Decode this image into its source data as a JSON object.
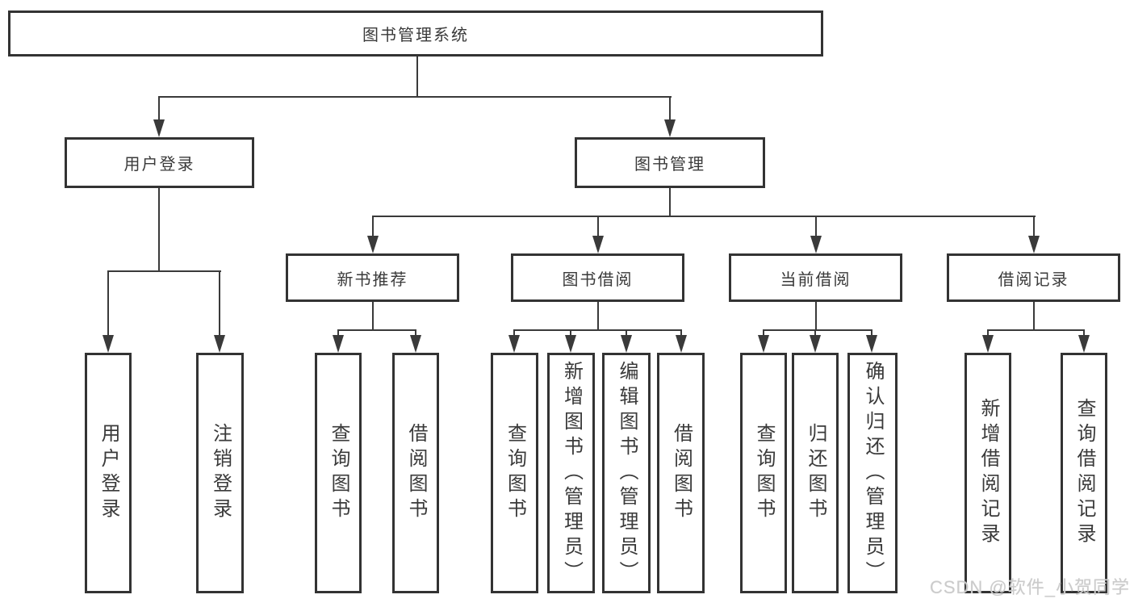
{
  "diagram": {
    "root": {
      "label": "图书管理系统"
    },
    "level2": [
      {
        "label": "用户登录"
      },
      {
        "label": "图书管理"
      }
    ],
    "level3": [
      {
        "label": "新书推荐"
      },
      {
        "label": "图书借阅"
      },
      {
        "label": "当前借阅"
      },
      {
        "label": "借阅记录"
      }
    ],
    "leaves": {
      "user_login": [
        "用户登录",
        "注销登录"
      ],
      "new_book": [
        "查询图书",
        "借阅图书"
      ],
      "book_borrow": [
        "查询图书",
        "新增图书（管理员）",
        "编辑图书（管理员）",
        "借阅图书"
      ],
      "current_borrow": [
        "查询图书",
        "归还图书",
        "确认归还（管理员）"
      ],
      "borrow_record": [
        "新增借阅记录",
        "查询借阅记录"
      ]
    }
  },
  "watermark": {
    "text": "CSDN @软件_小贺同学"
  },
  "colors": {
    "line": "#3a3a3a",
    "box_border": "#333333",
    "text": "#3a3a3a",
    "watermark": "#cbcbcb",
    "background": "#ffffff"
  }
}
